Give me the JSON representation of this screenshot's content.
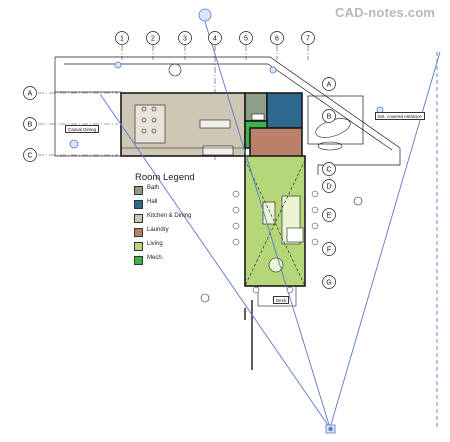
{
  "watermark": "CAD-notes.com",
  "grid_columns": [
    "1",
    "2",
    "3",
    "4",
    "5",
    "6",
    "7"
  ],
  "grid_rows": [
    "A",
    "B",
    "C"
  ],
  "right_bubbles": [
    "A",
    "B",
    "C",
    "D",
    "E",
    "F",
    "G"
  ],
  "legend": {
    "title": "Room Legend",
    "items": [
      {
        "label": "Bath",
        "color": "#8f9e88"
      },
      {
        "label": "Hall",
        "color": "#2e6a8f"
      },
      {
        "label": "Kitchen & Dining",
        "color": "#cfc7b6"
      },
      {
        "label": "Laundry",
        "color": "#b9806a"
      },
      {
        "label": "Living",
        "color": "#b6d67a"
      },
      {
        "label": "Mech.",
        "color": "#3db44a"
      }
    ]
  },
  "room_tags": {
    "left": "Casual Dining",
    "right": "Ext. covered entrance",
    "bottom": "Deck"
  },
  "colors": {
    "view_line": "#5b78c8",
    "wall": "#1a1a1a",
    "grid_line": "#444444"
  }
}
